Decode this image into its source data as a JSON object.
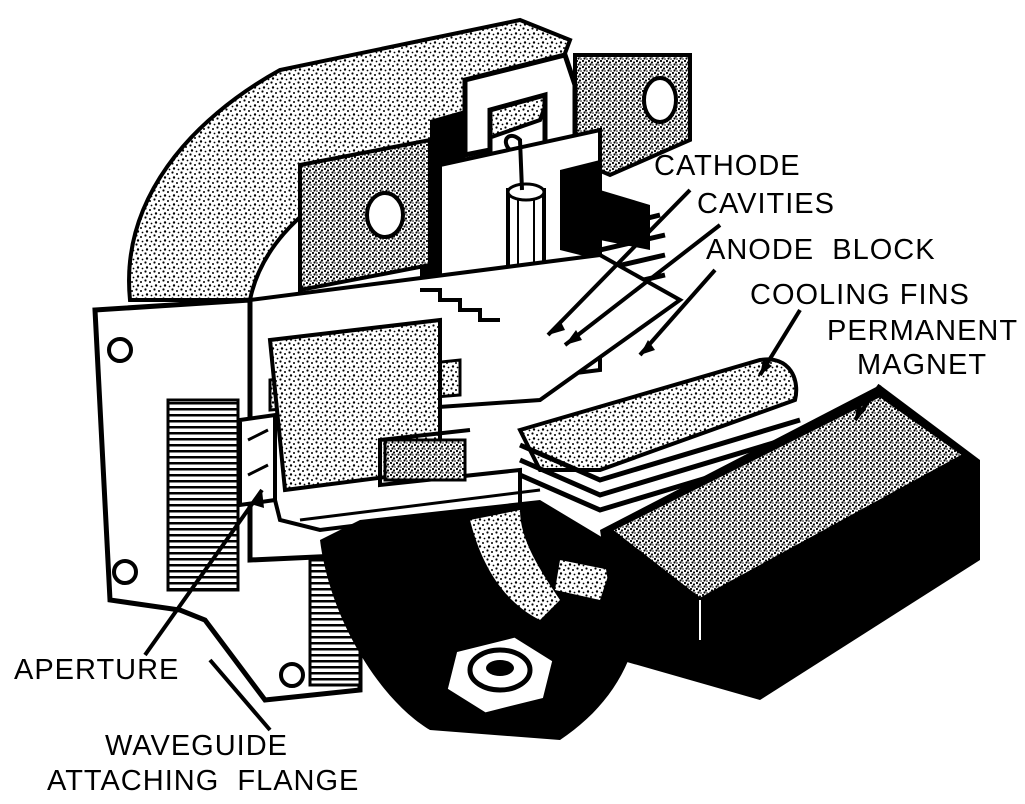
{
  "labels": {
    "cathode": "CATHODE",
    "cavities": "CAVITIES",
    "anode_block": "ANODE  BLOCK",
    "cooling_fins": "COOLING FINS",
    "permanent": "PERMANENT",
    "magnet": "MAGNET",
    "aperture": "APERTURE",
    "waveguide": "WAVEGUIDE",
    "attaching_flange": "ATTACHING  FLANGE"
  },
  "colors": {
    "ink": "#000000",
    "paper": "#ffffff"
  }
}
